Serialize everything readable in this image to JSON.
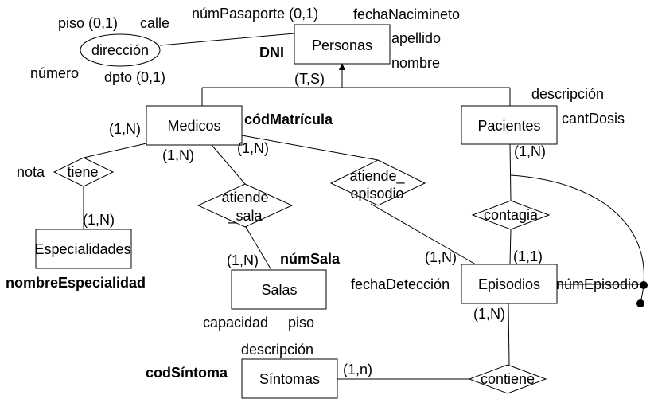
{
  "entities": {
    "personas": "Personas",
    "medicos": "Medicos",
    "pacientes": "Pacientes",
    "especialidades": "Especialidades",
    "salas": "Salas",
    "episodios": "Episodios",
    "sintomas": "Síntomas"
  },
  "relationships": {
    "tiene": "tiene",
    "atiende_sala": [
      "atiende",
      "_sala"
    ],
    "atiende_episodio": [
      "atiende_",
      "episodio"
    ],
    "contagia": "contagia",
    "contiene": "contiene"
  },
  "composite": {
    "direccion": "dirección"
  },
  "attributes": {
    "piso": "piso (0,1)",
    "calle": "calle",
    "numero": "número",
    "dpto": "dpto (0,1)",
    "num_pasaporte": "númPasaporte (0,1)",
    "fecha_nacimiento": "fechaNacimineto",
    "apellido": "apellido",
    "nombre": "nombre",
    "dni": "DNI",
    "cod_matricula": "códMatrícula",
    "descripcion_paciente": "descripción",
    "cant_dosis": "cantDosis",
    "nota": "nota",
    "nombre_especialidad": "nombreEspecialidad",
    "num_sala": "númSala",
    "capacidad": "capacidad",
    "piso_sala": "piso",
    "fecha_deteccion": "fechaDetección",
    "num_episodio": "númEpisodio",
    "descripcion_sintoma": "descripción",
    "cod_sintoma": "codSíntoma"
  },
  "hierarchy": {
    "constraint": "(T,S)"
  },
  "cardinalities": {
    "medicos_tiene": "(1,N)",
    "tiene_especialidades": "(1,N)",
    "medicos_sala": "(1,N)",
    "sala_salas": "(1,N)",
    "medicos_episodio": "(1,N)",
    "episodio_episodios": "(1,N)",
    "pacientes_contagia": "(1,N)",
    "contagia_episodios": "(1,1)",
    "episodios_contiene": "(1,N)",
    "sintomas_contiene": "(1,n)"
  }
}
